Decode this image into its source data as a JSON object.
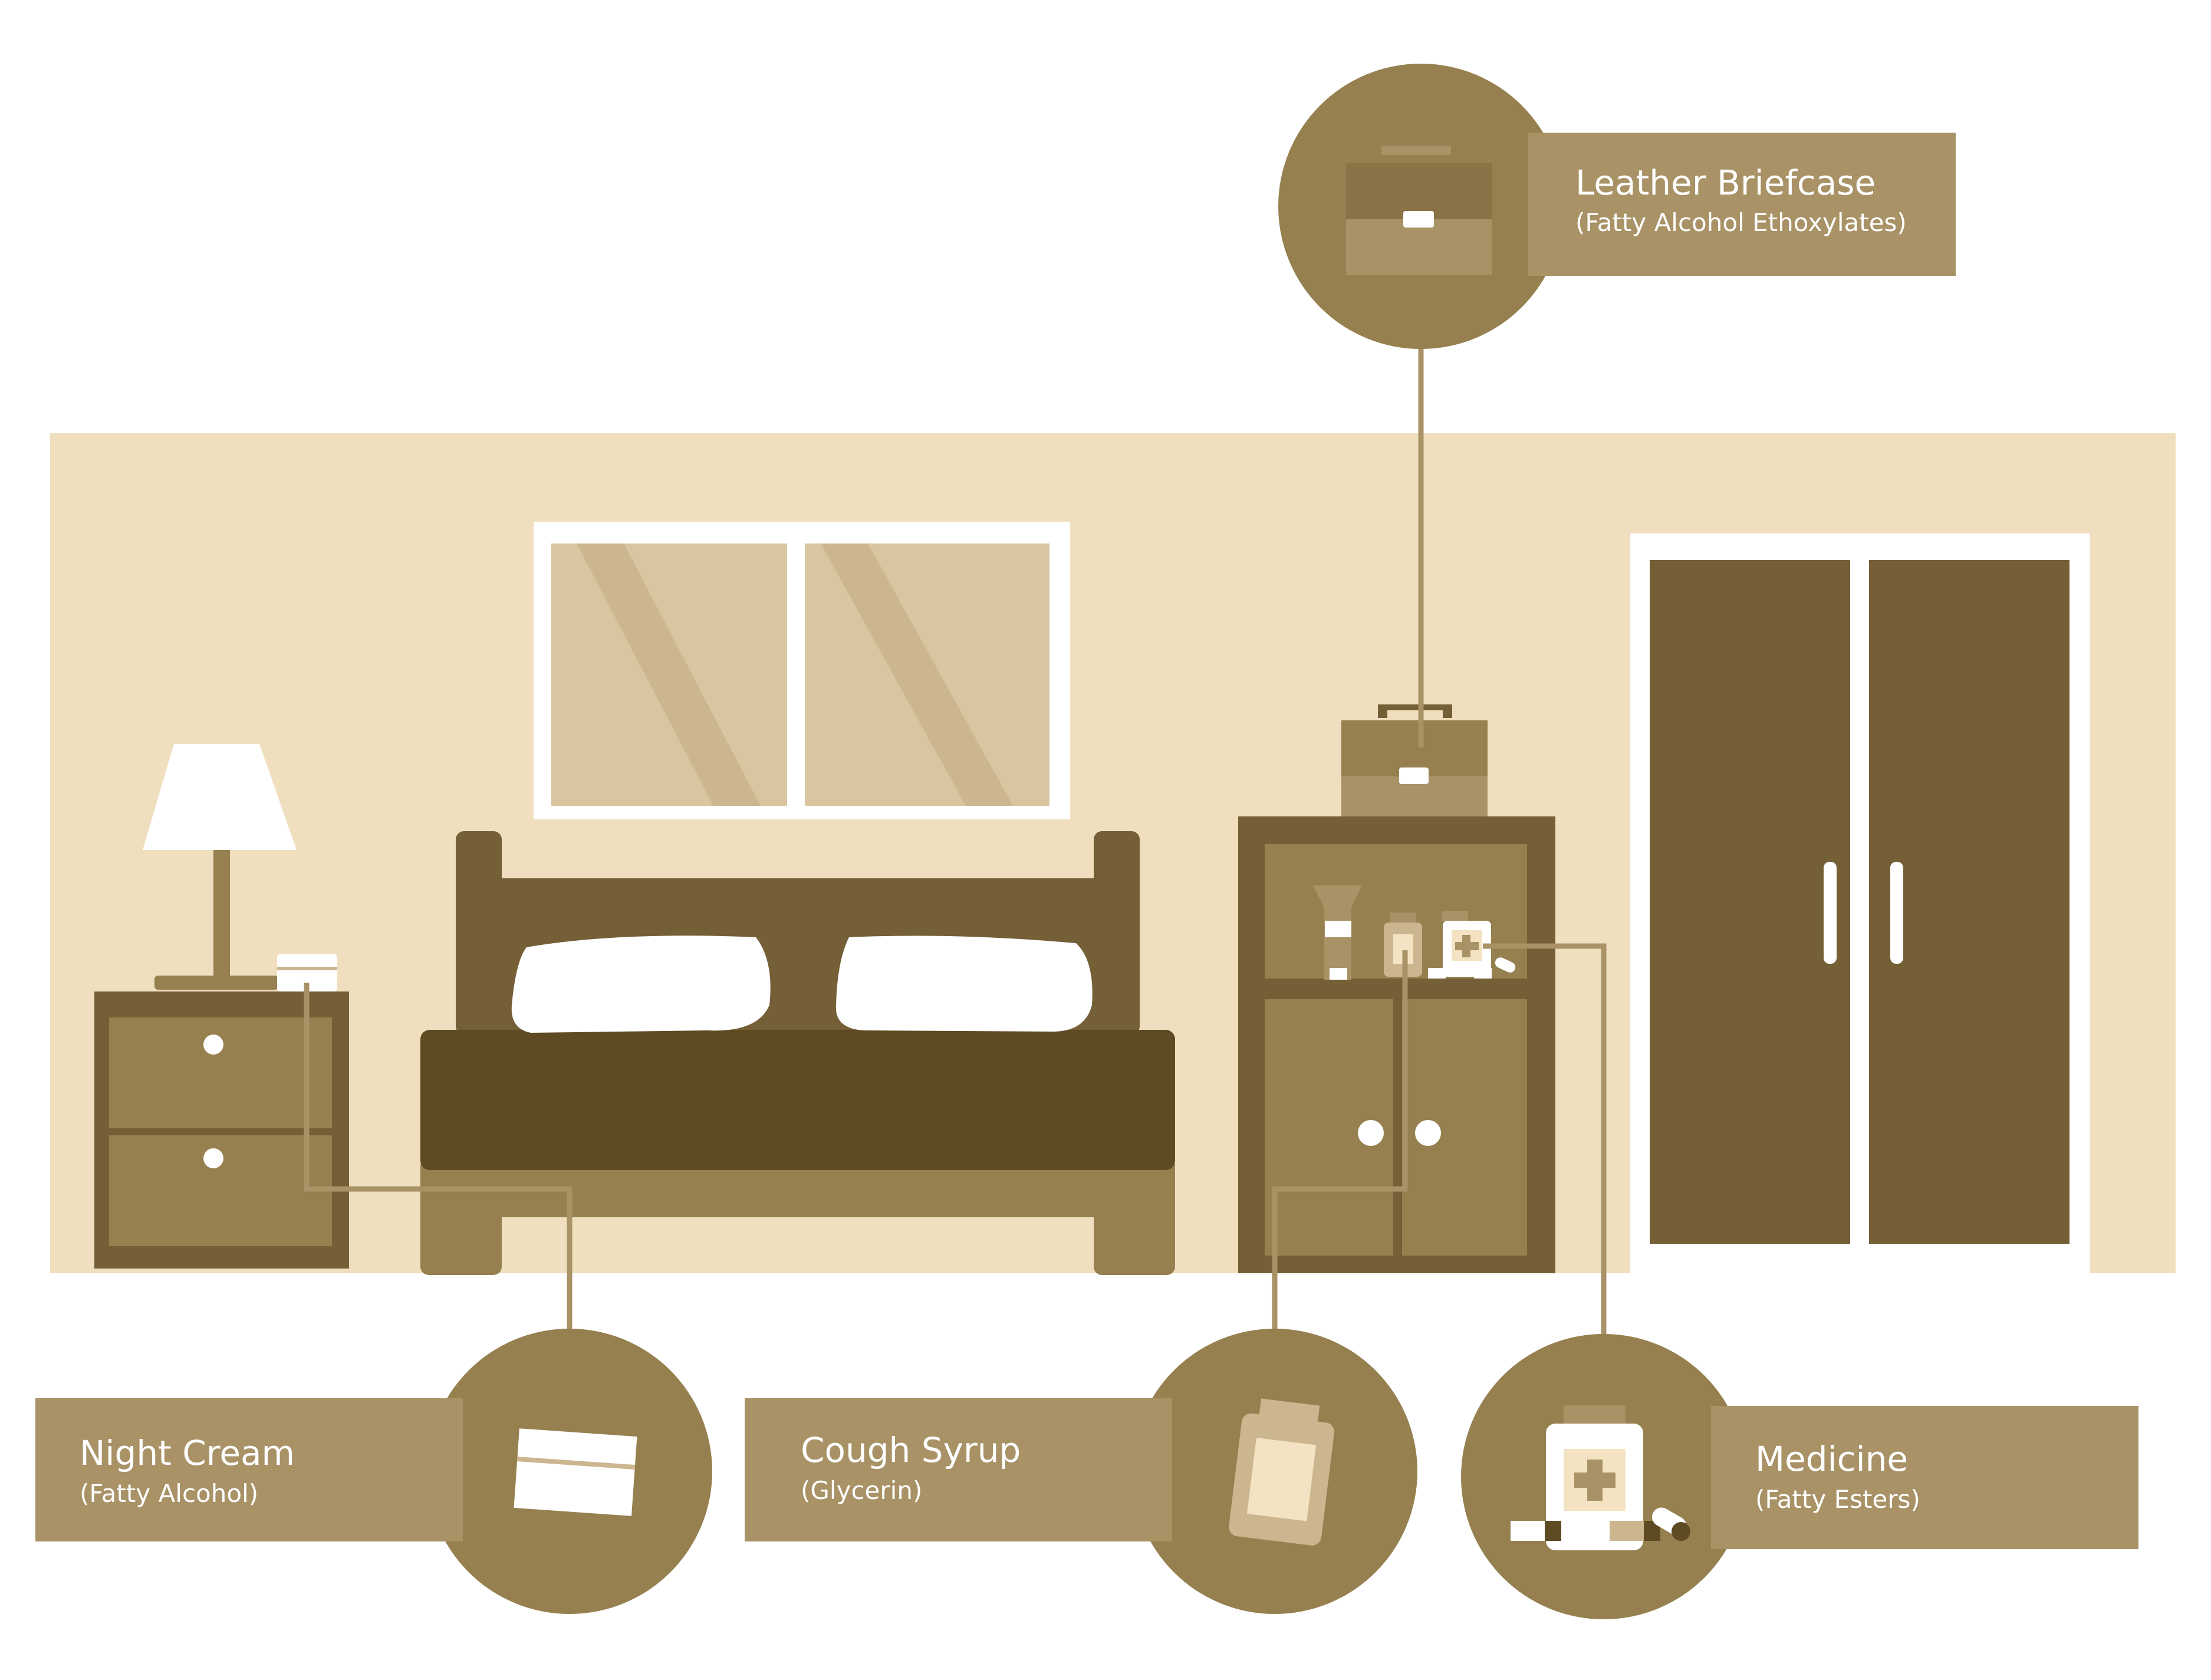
{
  "colors": {
    "wall": "#f0dfbe",
    "dark": "#755f37",
    "darker": "#5e4a23",
    "mid": "#96804f",
    "light_mid": "#a89266",
    "window_glass": "#d9c5a0",
    "window_stripe": "#ccb690",
    "white": "#ffffff",
    "cream": "#f3e3c2"
  },
  "callouts": {
    "briefcase": {
      "title": "Leather Briefcase",
      "subtitle": "(Fatty Alcohol Ethoxylates)",
      "icon": "briefcase-icon"
    },
    "night_cream": {
      "title": "Night Cream",
      "subtitle": "(Fatty Alcohol)",
      "icon": "cream-jar-icon"
    },
    "cough_syrup": {
      "title": "Cough Syrup",
      "subtitle": "(Glycerin)",
      "icon": "syrup-bottle-icon"
    },
    "medicine": {
      "title": "Medicine",
      "subtitle": "(Fatty Esters)",
      "icon": "medicine-bottle-icon"
    }
  }
}
